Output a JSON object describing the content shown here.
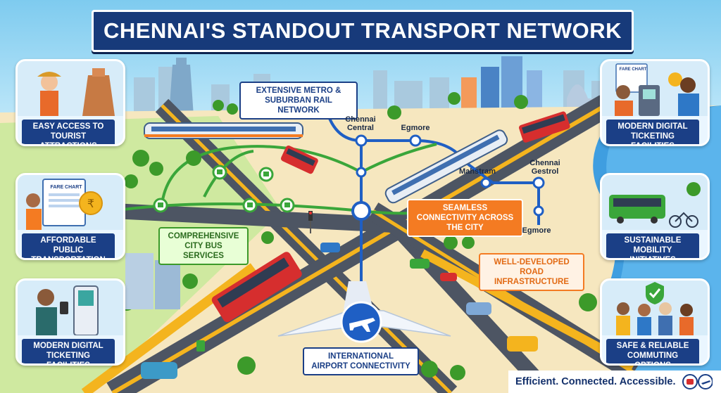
{
  "title": "CHENNAI'S STANDOUT TRANSPORT NETWORK",
  "left_cards": [
    {
      "caption": "EASY ACCESS TO TOURIST ATTRACTIONS",
      "icon": "tourist-temple-icon"
    },
    {
      "caption": "AFFORDABLE PUBLIC TRANSPORTATION",
      "icon": "fare-chart-icon",
      "chart_label": "FARE CHART"
    },
    {
      "caption": "MODERN DIGITAL TICKETING FACILITIES",
      "icon": "ticket-kiosk-icon"
    }
  ],
  "right_cards": [
    {
      "caption": "MODERN DIGITAL TICKETING FACILITIES",
      "icon": "ticket-kiosk-icon",
      "chart_label": "FARE CHART"
    },
    {
      "caption": "SUSTAINABLE MOBILITY INITIATIVES",
      "icon": "electric-bus-icon"
    },
    {
      "caption": "SAFE & RELIABLE COMMUTING OPTIONS",
      "icon": "people-shield-icon"
    }
  ],
  "callouts": {
    "metro": "EXTENSIVE METRO & SUBURBAN RAIL NETWORK",
    "bus": "COMPREHENSIVE CITY BUS SERVICES",
    "connectivity": "SEAMLESS CONNECTIVITY ACROSS THE CITY",
    "road": "WELL-DEVELOPED ROAD INFRASTRUCTURE",
    "airport": "INTERNATIONAL AIRPORT CONNECTIVITY"
  },
  "stations": {
    "chennai_central": "Chennai Central",
    "egmore_top": "Egmore",
    "mahstram": "Mahstram",
    "chennai_gestrol": "Chennai Gestrol",
    "egmore_bottom": "Egmore"
  },
  "footer": "Efficient. Connected. Accessible.",
  "colors": {
    "banner": "#173a7a",
    "metro_line": "#1f5fc4",
    "bus_line": "#3aa63a",
    "road": "#f4b41e",
    "bus": "#d62e2e",
    "accent_orange": "#f47b22"
  }
}
